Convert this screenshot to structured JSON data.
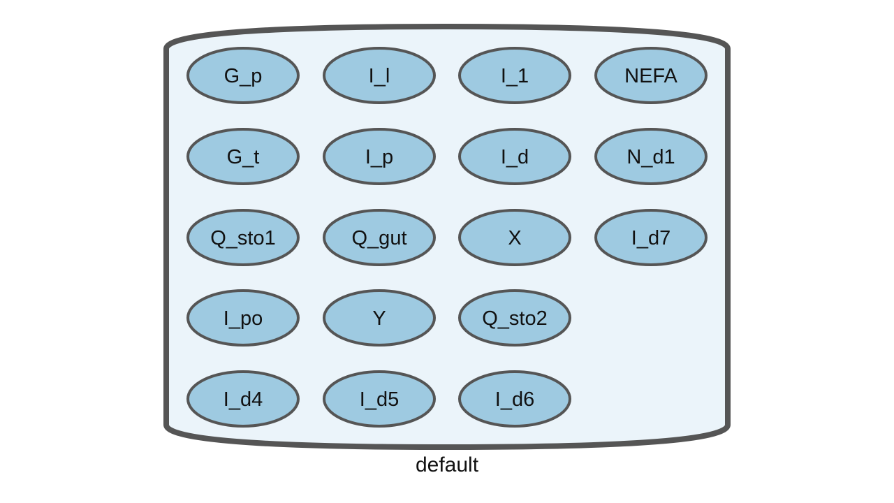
{
  "compartment": {
    "label": "default",
    "fill_color": "#ebf4fa",
    "border_color": "#555555"
  },
  "species_style": {
    "fill_color": "#9ecae1",
    "border_color": "#555555"
  },
  "species": [
    [
      "G_p",
      "I_l",
      "I_1",
      "NEFA"
    ],
    [
      "G_t",
      "I_p",
      "I_d",
      "N_d1"
    ],
    [
      "Q_sto1",
      "Q_gut",
      "X",
      "I_d7"
    ],
    [
      "I_po",
      "Y",
      "Q_sto2"
    ],
    [
      "I_d4",
      "I_d5",
      "I_d6"
    ]
  ]
}
